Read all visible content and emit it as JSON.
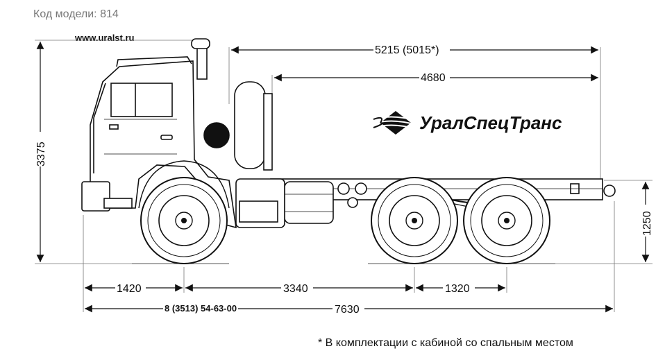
{
  "header": {
    "model_code": "Код модели: 814",
    "website": "www.uralst.ru"
  },
  "logo": {
    "text": "УралСпецТранс",
    "icon": "diamond-swoosh-logo-icon"
  },
  "dimensions": {
    "overall_top": "5215 (5015*)",
    "body_length": "4680",
    "total_height": "3375",
    "frame_height": "1250",
    "front_overhang": "1420",
    "wheelbase": "3340",
    "rear_axle_spacing": "1320",
    "overall_length": "7630"
  },
  "phone": "8 (3513) 54-63-00",
  "footnote": "* В комплектации с кабиной со спальным местом"
}
